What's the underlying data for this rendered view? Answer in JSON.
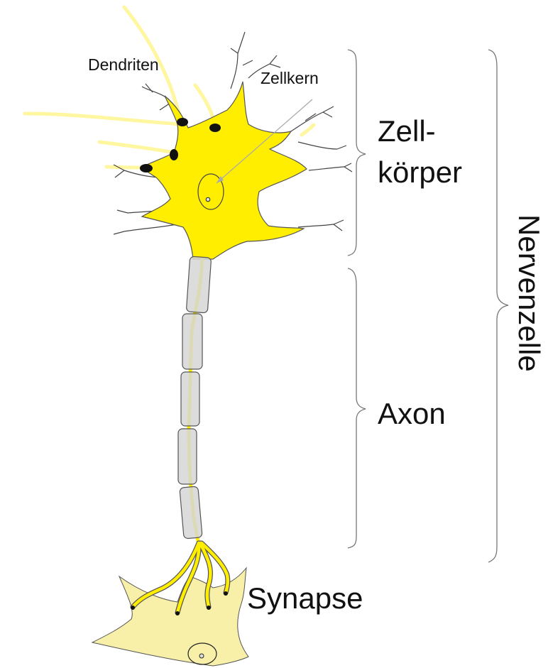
{
  "labels": {
    "dendrites": "Dendriten",
    "nucleus": "Zellkern",
    "cell_body_line1": "Zell-",
    "cell_body_line2": "körper",
    "axon": "Axon",
    "synapse": "Synapse",
    "nerve_cell": "Nervenzelle"
  },
  "colors": {
    "soma": "#ffee00",
    "soma_light": "#fff6a0",
    "myelin": "#d9d9d9",
    "outline": "#555555",
    "terminal": "#111111",
    "target_cell": "#f8f0a8"
  }
}
